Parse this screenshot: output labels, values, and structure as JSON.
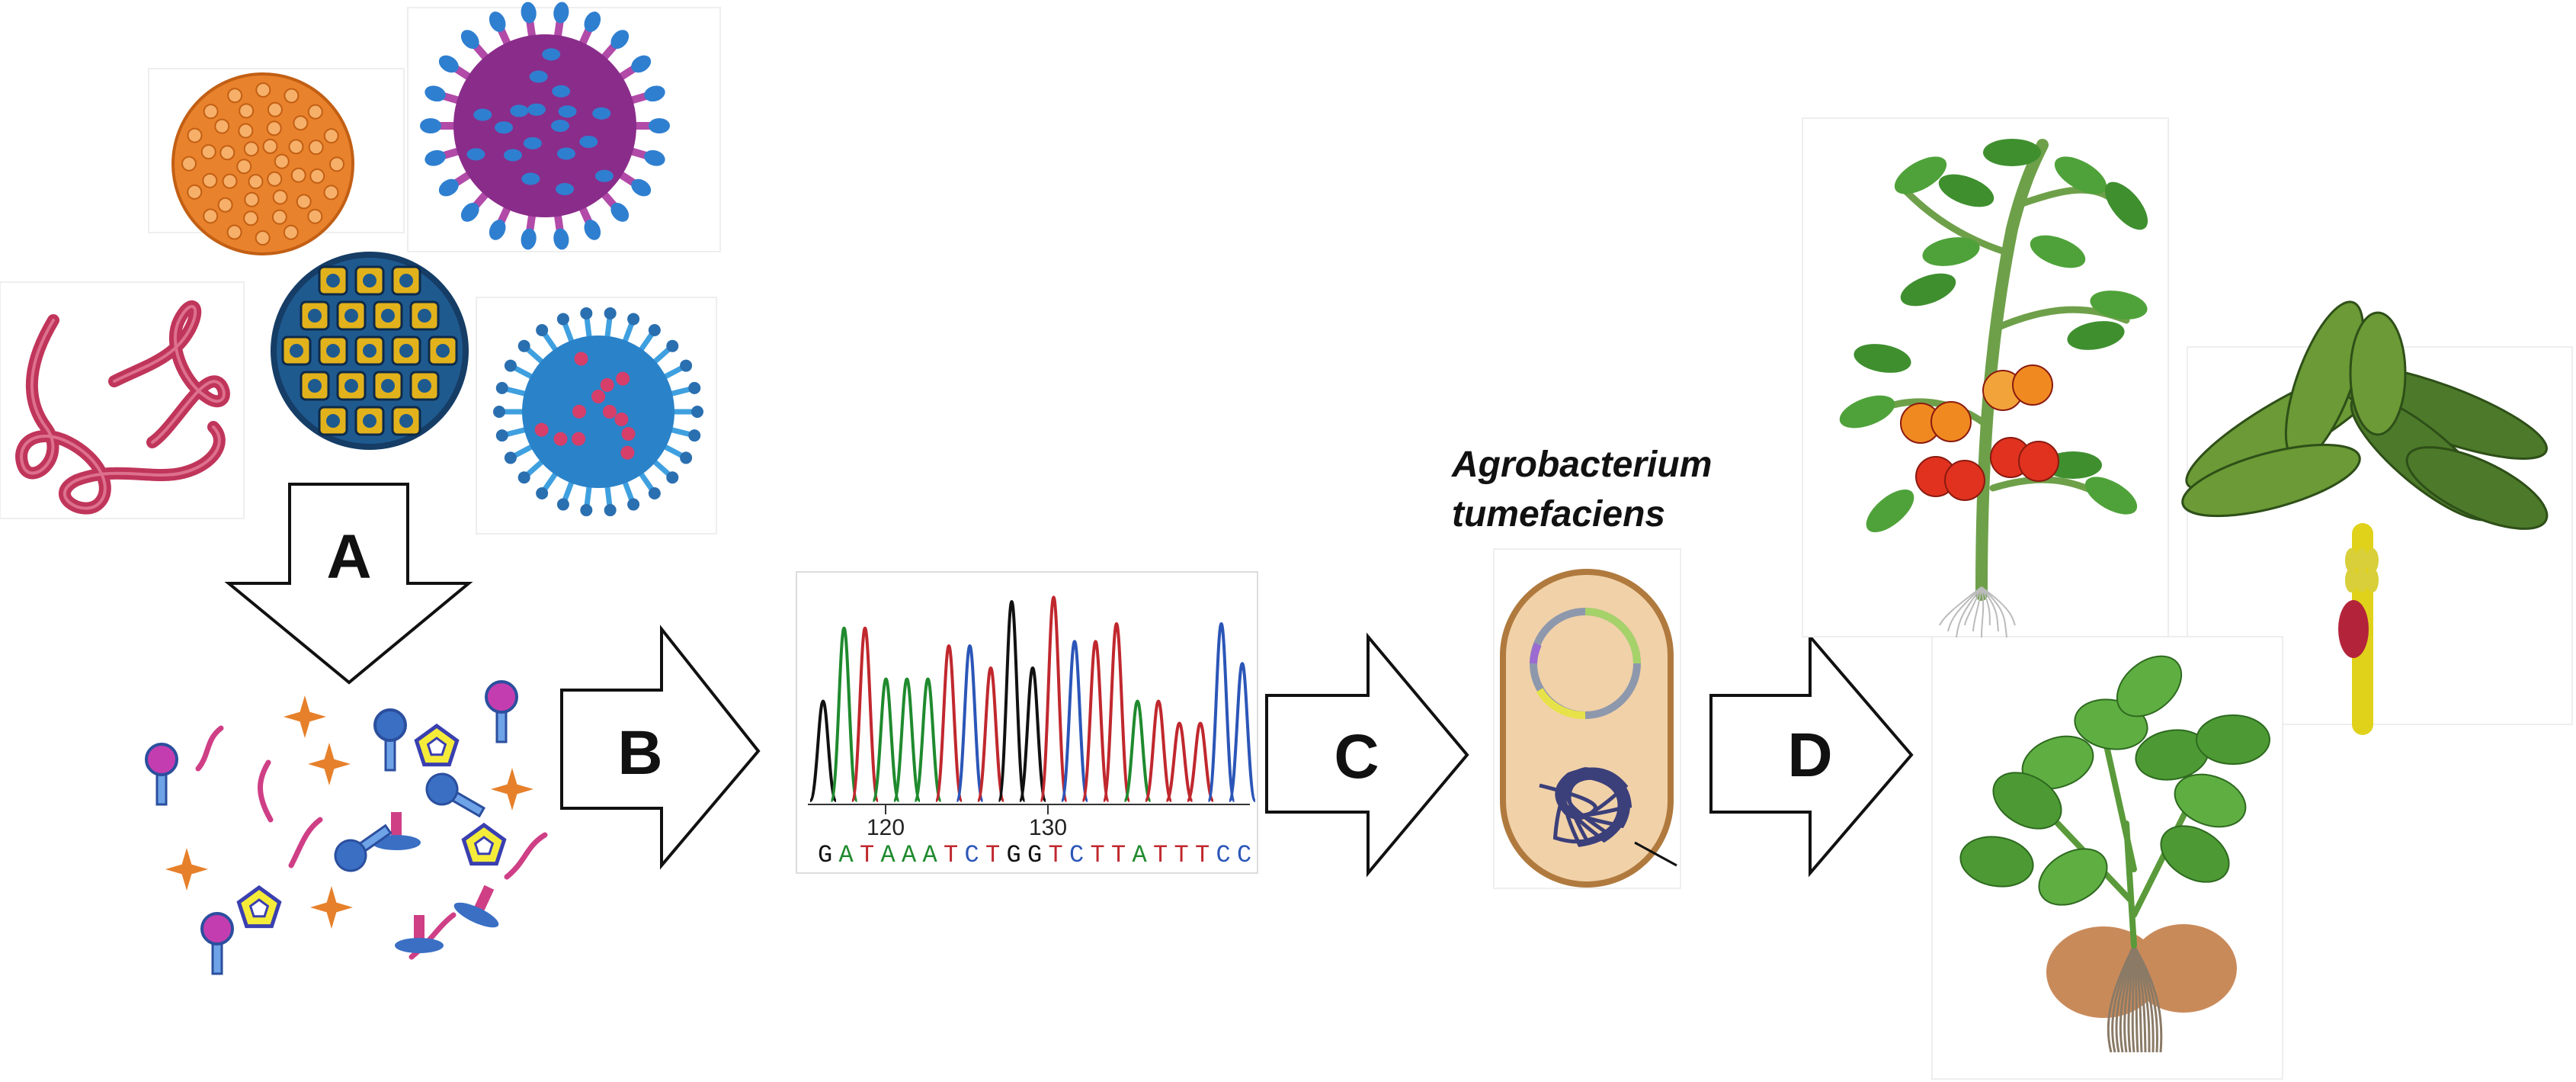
{
  "steps": {
    "a": "A",
    "b": "B",
    "c": "C",
    "d": "D"
  },
  "organism": {
    "line1": "Agrobacterium",
    "line2": "tumefaciens"
  },
  "chromatogram": {
    "tick_labels": [
      "120",
      "130"
    ],
    "sequence": [
      {
        "base": "G",
        "color": "#111111"
      },
      {
        "base": "A",
        "color": "#1f8a2e"
      },
      {
        "base": "T",
        "color": "#c0282e"
      },
      {
        "base": "A",
        "color": "#1f8a2e"
      },
      {
        "base": "A",
        "color": "#1f8a2e"
      },
      {
        "base": "A",
        "color": "#1f8a2e"
      },
      {
        "base": "T",
        "color": "#c0282e"
      },
      {
        "base": "C",
        "color": "#2b56b8"
      },
      {
        "base": "T",
        "color": "#c0282e"
      },
      {
        "base": "G",
        "color": "#111111"
      },
      {
        "base": "G",
        "color": "#111111"
      },
      {
        "base": "T",
        "color": "#c0282e"
      },
      {
        "base": "C",
        "color": "#2b56b8"
      },
      {
        "base": "T",
        "color": "#c0282e"
      },
      {
        "base": "T",
        "color": "#c0282e"
      },
      {
        "base": "A",
        "color": "#1f8a2e"
      },
      {
        "base": "T",
        "color": "#c0282e"
      },
      {
        "base": "T",
        "color": "#c0282e"
      },
      {
        "base": "T",
        "color": "#c0282e"
      },
      {
        "base": "C",
        "color": "#2b56b8"
      },
      {
        "base": "C",
        "color": "#2b56b8"
      }
    ]
  },
  "colors": {
    "arrow_stroke": "#111111",
    "arrow_fill": "#ffffff",
    "base_g": "#111111",
    "base_a": "#1f8a2e",
    "base_t": "#c0282e",
    "base_c": "#2b56b8",
    "cell_fill": "#f1d1a8",
    "cell_border": "#b07a3e",
    "plasmid_ring": "#8e98ad",
    "plasmid_yellow": "#e7e24a",
    "plasmid_green": "#a6d26a",
    "chromosome": "#3b3f7a",
    "virus_orange": "#e9822c",
    "virus_purple": "#8a2c8a",
    "virus_blue": "#2a82c8",
    "worm": "#c0355a",
    "molecule_magenta": "#c43db0",
    "molecule_blue": "#3a6fc4",
    "molecule_orange": "#e6802a",
    "molecule_pink": "#cf3f86",
    "pentagon_yellow": "#f5ec3a",
    "tomato_red": "#e0321f",
    "tomato_orange": "#f08a20",
    "leaf_green": "#3f8f2f",
    "banana_stem": "#e0d21a",
    "banana_flower": "#b3243b",
    "potato": "#c98a5a",
    "root": "#8a7a66"
  },
  "icons": [
    "orange-virus-icon",
    "purple-virus-icon",
    "blue-capsid-virus-icon",
    "blue-spiked-virus-icon",
    "worm-icon",
    "molecule-mix-icon",
    "bacterium-cell-icon",
    "tomato-plant-icon",
    "banana-plant-icon",
    "potato-plant-icon"
  ]
}
